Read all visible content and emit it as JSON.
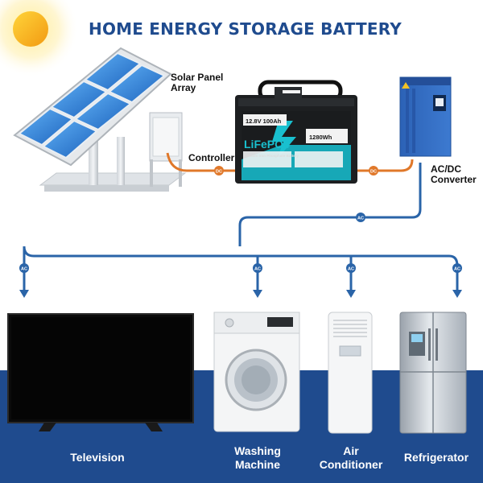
{
  "title": "HOME ENERGY STORAGE BATTERY",
  "components": {
    "solar_panel": "Solar Panel\nArray",
    "controller": "Controller",
    "converter": "AC/DC\nConverter"
  },
  "battery": {
    "voltage_capacity": "12.8V 100Ah",
    "energy": "1280Wh",
    "chemistry": "LiFePO4",
    "subtitle": "Lithium Iron Phosphate Battery"
  },
  "current_labels": {
    "dc": "DC",
    "ac": "AC"
  },
  "appliances": [
    {
      "label": "Television"
    },
    {
      "label": "Washing\nMachine"
    },
    {
      "label": "Air\nConditioner"
    },
    {
      "label": "Refrigerator"
    }
  ],
  "colors": {
    "brand_blue": "#1f4b8e",
    "dc_line": "#e0782a",
    "ac_line": "#2a64a8",
    "panel_blue": "#2f7fd6",
    "battery_teal": "#18a9b8"
  }
}
